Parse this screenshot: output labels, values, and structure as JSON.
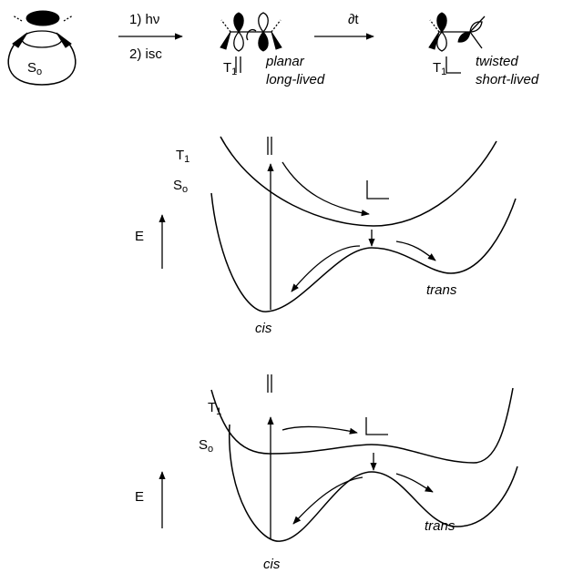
{
  "scheme": {
    "step1": "1) hν",
    "step2": "2) isc",
    "step3": "∂t",
    "ground_state": "S",
    "ground_state_sub": "o",
    "triplet": "T",
    "triplet_sub": "1",
    "planar": "planar",
    "long_lived": "long-lived",
    "twisted": "twisted",
    "short_lived": "short-lived"
  },
  "diagram_top": {
    "energy": "E",
    "s0": "S",
    "s0_sub": "o",
    "t1": "T",
    "t1_sub": "1",
    "cis": "cis",
    "trans": "trans"
  },
  "diagram_bottom": {
    "energy": "E",
    "s0": "S",
    "s0_sub": "o",
    "t1": "T",
    "t1_sub": "1",
    "cis": "cis",
    "trans": "trans"
  },
  "icons": [
    "parallel-bars-icon",
    "right-angle-icon",
    "arrow-icon"
  ]
}
